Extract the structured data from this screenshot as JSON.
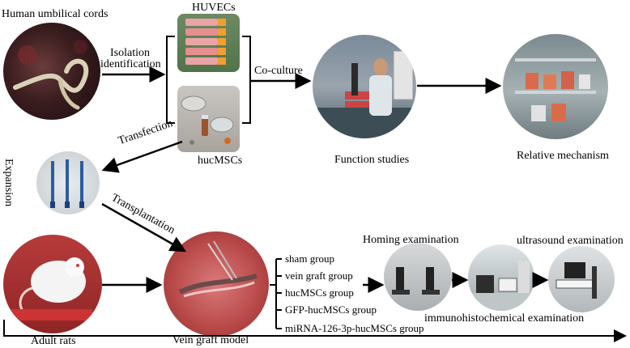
{
  "labels": {
    "human_umbilical_cords": "Human umbilical cords",
    "huvecs": "HUVECs",
    "isolation": "Isolation",
    "identification": "identification",
    "co_culture": "Co-culture",
    "hucmscs": "hucMSCs",
    "transfection": "Transfection",
    "expansion": "Expansion",
    "function_studies": "Function studies",
    "relative_mechanism": "Relative mechanism",
    "transplantation": "Transplantation",
    "adult_rats": "Adult rats",
    "vein_graft_model": "Vein graft model",
    "homing_examination": "Homing examination",
    "ultrasound_examination": "ultrasound examination",
    "immunohistochemical_examination": "immunohistochemical examination"
  },
  "groups": [
    "sham group",
    "vein graft group",
    "hucMSCs group",
    "GFP-hucMSCs group",
    "miRNA-126-3p-hucMSCs group"
  ]
}
